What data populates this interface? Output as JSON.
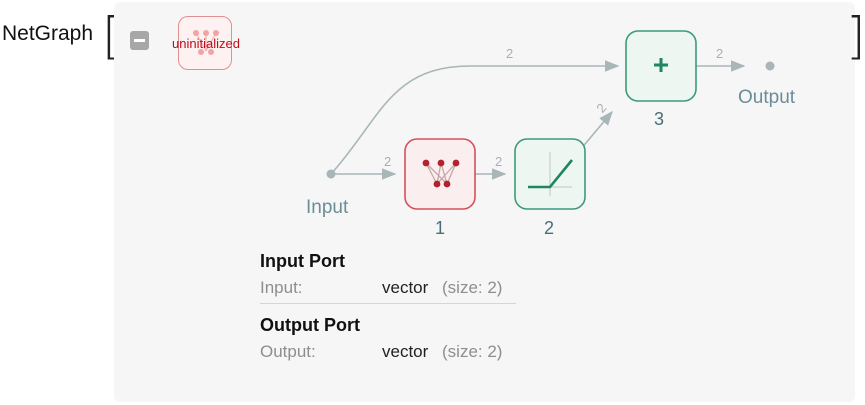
{
  "head": "NetGraph",
  "open_bracket": "[",
  "close_bracket": "]",
  "badge_text": "uninitialized",
  "graph": {
    "input_label": "Input",
    "output_label": "Output",
    "nodes": [
      {
        "id": "1",
        "kind": "linear-layer-icon",
        "color": "#d4515c"
      },
      {
        "id": "2",
        "kind": "ramp-icon",
        "color": "#3c9a7c"
      },
      {
        "id": "3",
        "kind": "plus-icon",
        "color": "#3c9a7c"
      }
    ],
    "edges": [
      {
        "from": "Input",
        "to": "1",
        "size": "2"
      },
      {
        "from": "1",
        "to": "2",
        "size": "2"
      },
      {
        "from": "2",
        "to": "3",
        "size": "2"
      },
      {
        "from": "Input",
        "to": "3",
        "size": "2"
      },
      {
        "from": "3",
        "to": "Output",
        "size": "2"
      }
    ]
  },
  "ports": {
    "input_title": "Input Port",
    "input_key": "Input:",
    "input_type": "vector",
    "input_size": "(size: 2)",
    "output_title": "Output Port",
    "output_key": "Output:",
    "output_type": "vector",
    "output_size": "(size: 2)"
  },
  "colors": {
    "red_node_border": "#d4515c",
    "red_node_fill": "#fbeeee",
    "green_node_border": "#3c9a7c",
    "green_node_fill": "#eef6f2",
    "edge": "#a8b6b8"
  }
}
